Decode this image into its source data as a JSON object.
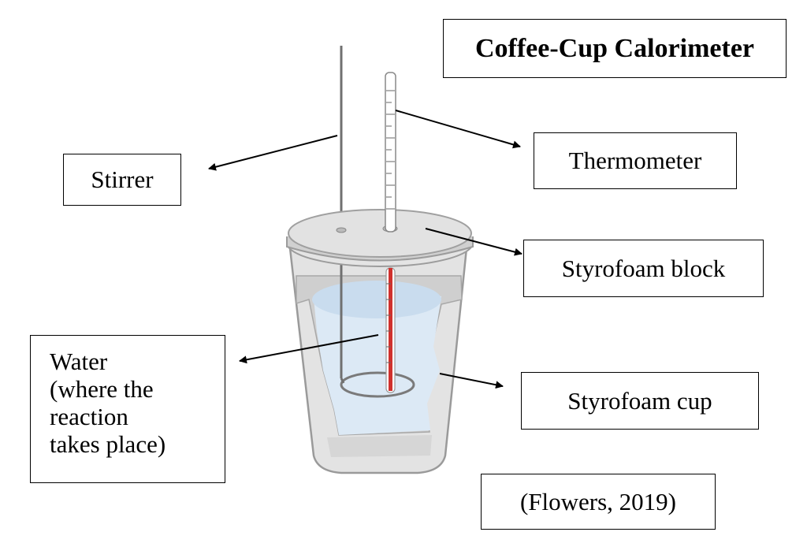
{
  "title": "Coffee-Cup Calorimeter",
  "labels": {
    "stirrer": "Stirrer",
    "thermometer": "Thermometer",
    "styrofoam_block": "Styrofoam block",
    "styrofoam_cup": "Styrofoam cup",
    "water": [
      "Water",
      "(where the",
      "reaction",
      "takes place)"
    ]
  },
  "citation": "(Flowers, 2019)",
  "colors": {
    "cup_fill": "#dcdcdc",
    "cup_outline": "#9a9a9a",
    "water": "#dce9f5",
    "water_surface": "#c9dcee",
    "mercury": "#d0312d",
    "lid": "#d9d9d9"
  }
}
